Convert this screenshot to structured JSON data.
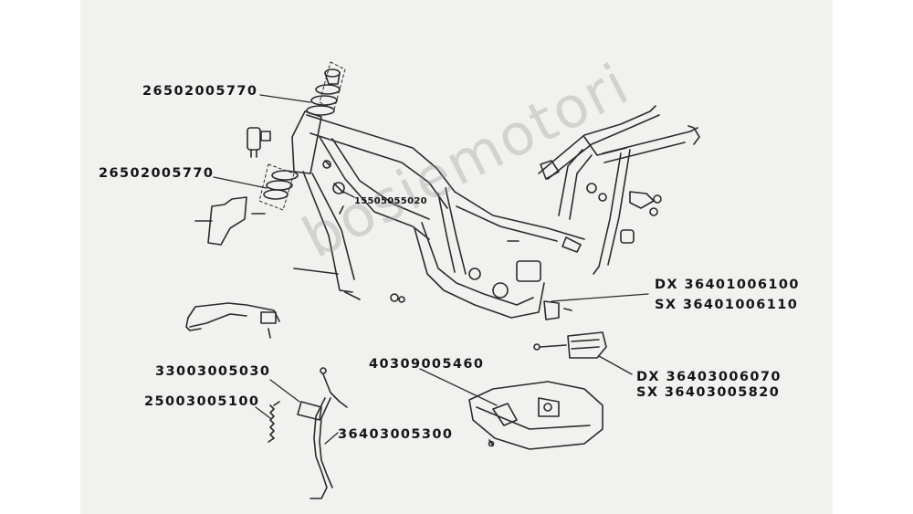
{
  "watermark": "bosiemotori",
  "part_numbers": {
    "steering_bearing_upper": "26502005770",
    "steering_bearing_lower": "26502005770",
    "frame_screw": "15505055020",
    "footpeg_bracket_dx": "DX  36401006100",
    "footpeg_bracket_sx": "SX  36401006110",
    "footpeg_dx": "DX  36403006070",
    "footpeg_sx": "SX  36403005820",
    "stand_rubber": "33003005030",
    "stand_spring": "25003005100",
    "skid_plate": "40309005460",
    "side_stand": "36403005300"
  },
  "colors": {
    "line": "#2b2b2b",
    "paper": "#f1f1ef",
    "text": "#151515"
  }
}
